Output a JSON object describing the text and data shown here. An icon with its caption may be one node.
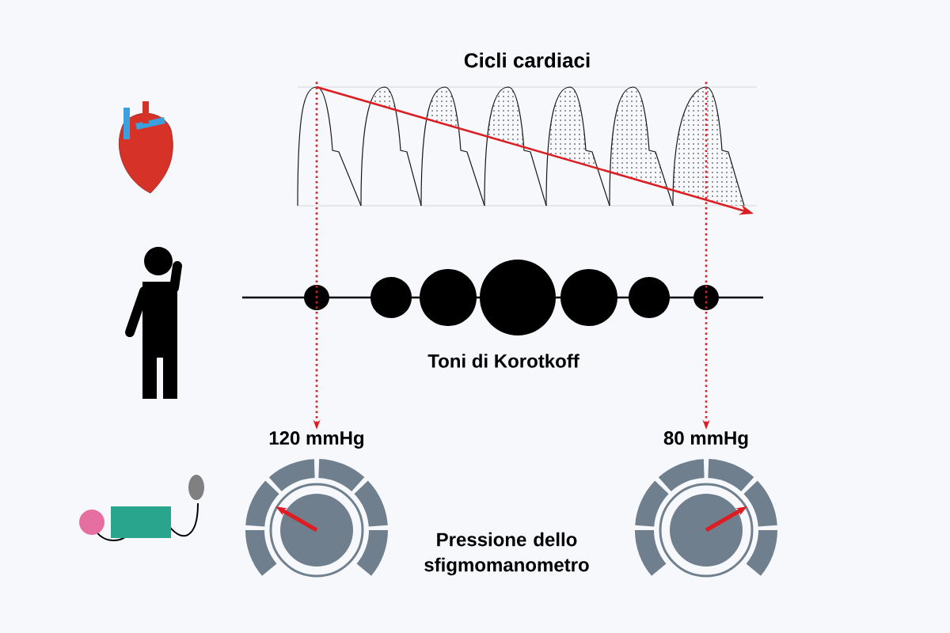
{
  "diagram": {
    "nodes": [
      {
        "text": [
          "Cicli cardiaci"
        ]
      },
      {
        "text": [
          "Toni di Korotkoff"
        ]
      },
      {
        "text": [
          "120 mmHg"
        ]
      },
      {
        "text": [
          "80 mmHg"
        ]
      }
    ],
    "edges": [
      {
        "from": 0,
        "to": 2,
        "arrow": "to"
      },
      {
        "from": 0,
        "to": 3,
        "arrow": "to"
      }
    ],
    "labels": [
      "Pressione dello sfigmomanometro"
    ]
  }
}
